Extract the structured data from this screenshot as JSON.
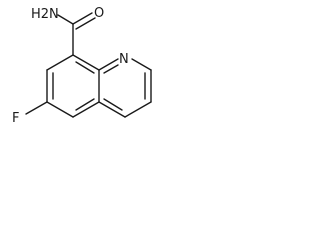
{
  "molecule": {
    "atoms": {
      "amine": "H2N",
      "oxygen": "O",
      "nitrogen": "N",
      "fluorine": "F"
    }
  }
}
